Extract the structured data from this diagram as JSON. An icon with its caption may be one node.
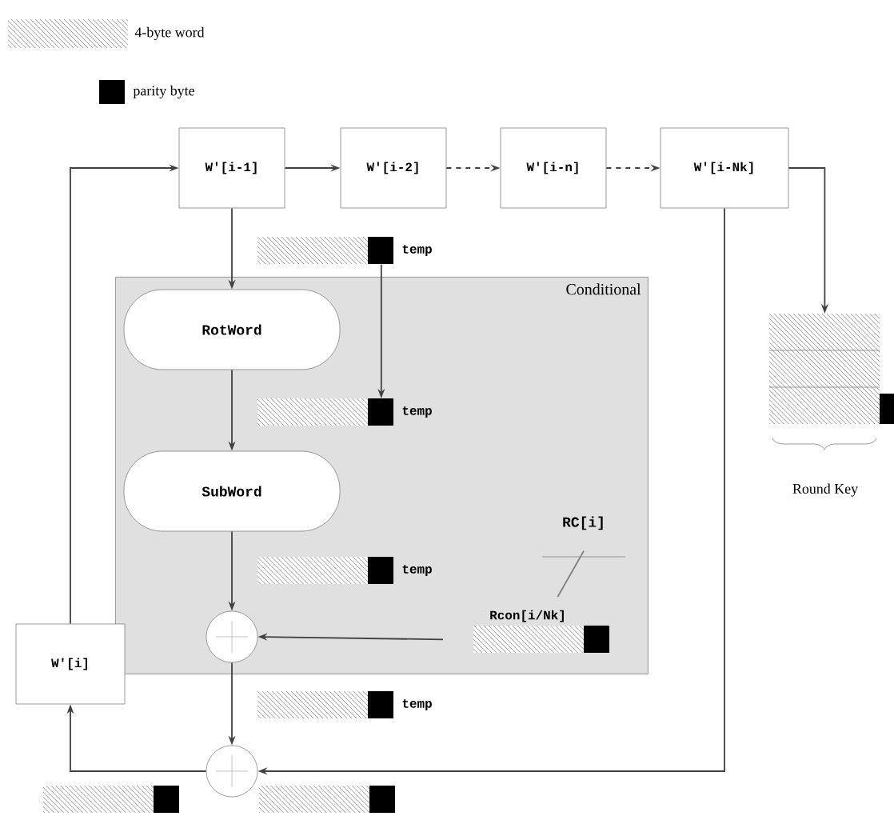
{
  "diagram": {
    "nodes": [
      {
        "text": [
          "W'[i-1]"
        ]
      },
      {
        "text": [
          "W'[i-2]"
        ]
      },
      {
        "text": [
          "W'[i-n]"
        ]
      },
      {
        "text": [
          "W'[i-Nk]"
        ]
      },
      {
        "text": [],
        "shape": "bar",
        "beside": [
          "temp"
        ]
      },
      {
        "text": [
          "Conditional"
        ]
      },
      {
        "text": [
          "RotWord"
        ],
        "in": 5
      },
      {
        "text": [],
        "shape": "bar",
        "beside": [
          "temp"
        ],
        "in": 5
      },
      {
        "text": [
          "SubWord"
        ],
        "in": 5
      },
      {
        "text": [
          "RC[i]"
        ],
        "in": 5
      },
      {
        "text": [],
        "shape": "bar",
        "beside": [
          "Rcon[i/Nk]"
        ],
        "in": 5
      },
      {
        "text": [],
        "shape": "circle",
        "in": 5
      },
      {
        "text": [
          "W'[i]"
        ]
      },
      {
        "text": [],
        "shape": "circle"
      },
      {
        "text": [],
        "shape": "box",
        "beside": [
          "Round Key"
        ]
      },
      {
        "text": [],
        "shape": "bar",
        "beside": [
          "temp"
        ],
        "in": 5
      },
      {
        "text": [],
        "shape": "bar",
        "beside": [
          "temp"
        ]
      },
      {
        "text": [],
        "shape": "bar"
      },
      {
        "text": [],
        "shape": "bar"
      }
    ],
    "edges": [
      {
        "from": 12,
        "to": 0,
        "arrow": "to"
      },
      {
        "from": 0,
        "to": 1,
        "arrow": "to"
      },
      {
        "from": 1,
        "to": 2,
        "arrow": "to",
        "style": "dashed"
      },
      {
        "from": 2,
        "to": 3,
        "arrow": "to",
        "style": "dashed"
      },
      {
        "from": 3,
        "to": 14,
        "arrow": "to"
      },
      {
        "from": 0,
        "to": 6,
        "arrow": "to"
      },
      {
        "from": 4,
        "to": 7,
        "arrow": "to"
      },
      {
        "from": 6,
        "to": 8,
        "arrow": "to"
      },
      {
        "from": 8,
        "to": 11,
        "arrow": "to"
      },
      {
        "from": 10,
        "to": 11,
        "arrow": "to"
      },
      {
        "from": 11,
        "to": 13,
        "arrow": "to"
      },
      {
        "from": 3,
        "to": 13,
        "arrow": "to"
      },
      {
        "from": 13,
        "to": 12,
        "arrow": "to"
      },
      {
        "from": 9,
        "to": 10,
        "arrow": "none"
      }
    ],
    "legend": [
      {
        "text": "4-byte word"
      },
      {
        "text": "parity byte",
        "color": "#000000"
      }
    ]
  }
}
